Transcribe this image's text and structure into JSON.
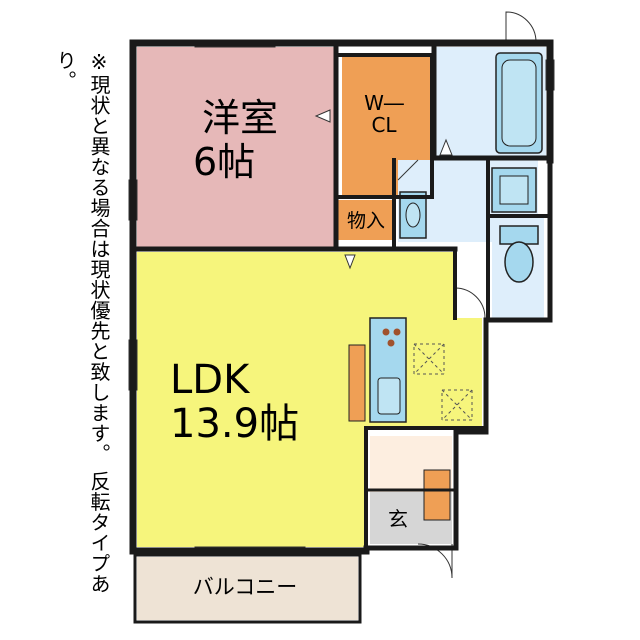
{
  "note": "※現状と異なる場合は現状優先と致します。 反転タイプあり。",
  "rooms": {
    "western": {
      "name": "洋室",
      "size": "6帖",
      "color": "#e6b8b8"
    },
    "wcl": {
      "name": "W―",
      "name2": "CL",
      "color": "#ef9f55"
    },
    "storage": {
      "name": "物入",
      "color": "#ef9f55"
    },
    "ldk": {
      "name": "LDK",
      "size": "13.9帖",
      "color": "#f6f57c"
    },
    "entrance": {
      "name": "玄",
      "color": "#d6d6d6"
    },
    "balcony": {
      "name": "バルコニー",
      "color": "#eee3d5"
    }
  },
  "colors": {
    "wet_area": "#deeefb",
    "fixture": "#a5d8ee",
    "wall": "#1a1a1a",
    "counter": "#ef9f55",
    "hall": "#fdeee0"
  }
}
